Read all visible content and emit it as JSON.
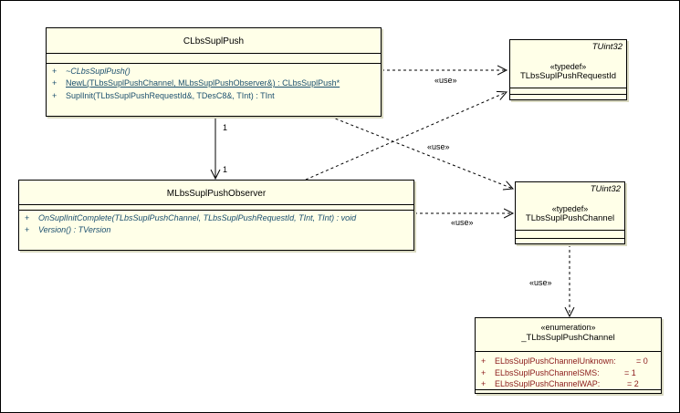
{
  "classes": {
    "push": {
      "name": "CLbsSuplPush",
      "ops": [
        {
          "vis": "+",
          "text": "~CLbsSuplPush()"
        },
        {
          "vis": "+",
          "text": "NewL(TLbsSuplPushChannel, MLbsSuplPushObserver&) : CLbsSuplPush*"
        },
        {
          "vis": "+",
          "text": "SuplInit(TLbsSuplPushRequestId&, TDesC8&, TInt) : TInt"
        }
      ]
    },
    "observer": {
      "name": "MLbsSuplPushObserver",
      "ops": [
        {
          "vis": "+",
          "text": "OnSuplInitComplete(TLbsSuplPushChannel, TLbsSuplPushRequestId, TInt, TInt) : void"
        },
        {
          "vis": "+",
          "text": "Version() : TVersion"
        }
      ]
    },
    "request_id": {
      "corner": "TUint32",
      "stereotype": "«typedef»",
      "name": "TLbsSuplPushRequestId"
    },
    "channel": {
      "corner": "TUint32",
      "stereotype": "«typedef»",
      "name": "TLbsSuplPushChannel"
    },
    "enum": {
      "stereotype": "«enumeration»",
      "name": "_TLbsSuplPushChannel",
      "literals": [
        {
          "vis": "+",
          "name": "ELbsSuplPushChannelUnknown:",
          "value": "= 0"
        },
        {
          "vis": "+",
          "name": "ELbsSuplPushChannelSMS:",
          "value": "= 1"
        },
        {
          "vis": "+",
          "name": "ELbsSuplPushChannelWAP:",
          "value": "= 2"
        }
      ]
    }
  },
  "relations": {
    "use_label": "«use»",
    "mult_source": "1",
    "mult_target": "1"
  }
}
